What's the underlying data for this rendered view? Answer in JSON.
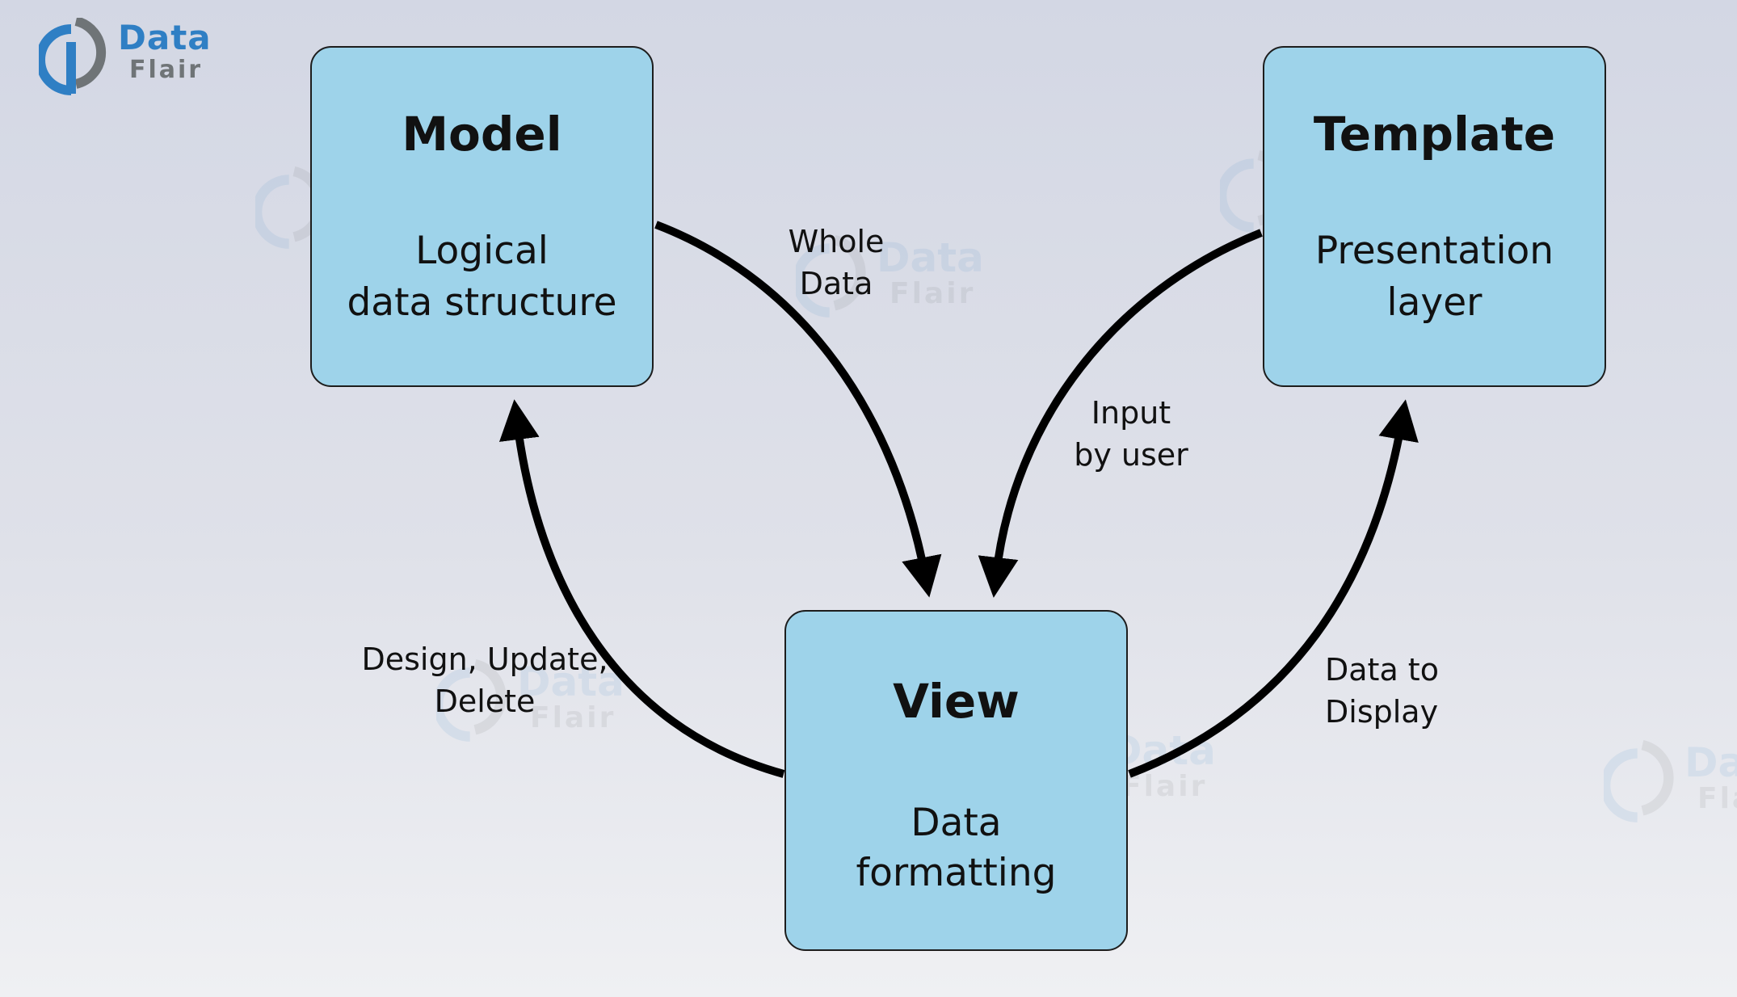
{
  "logo": {
    "line1": "Data",
    "line2": "Flair",
    "brand_color": "#2f7fc4"
  },
  "watermark": {
    "line1": "Data",
    "line2": "Flair"
  },
  "nodes": {
    "model": {
      "title": "Model",
      "desc1": "Logical",
      "desc2": "data structure"
    },
    "template": {
      "title": "Template",
      "desc1": "Presentation",
      "desc2": "layer"
    },
    "view": {
      "title": "View",
      "desc1": "Data",
      "desc2": "formatting"
    }
  },
  "edges": {
    "model_to_view": {
      "line1": "Whole",
      "line2": "Data"
    },
    "template_to_view": {
      "line1": "Input",
      "line2": "by user"
    },
    "view_to_model": {
      "line1": "Design, Update,",
      "line2": "Delete"
    },
    "view_to_template": {
      "line1": "Data to",
      "line2": "Display"
    }
  },
  "colors": {
    "box_fill": "#9ed3ea",
    "arrow": "#000000"
  }
}
